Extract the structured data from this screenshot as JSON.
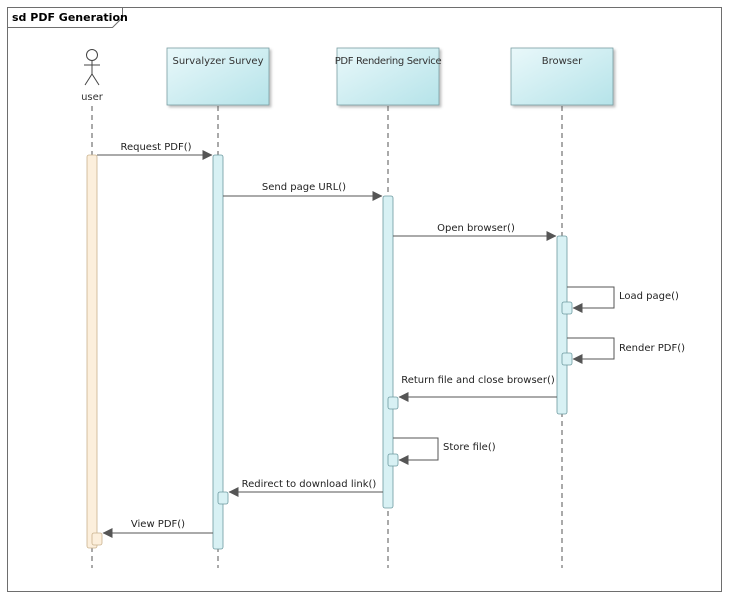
{
  "diagram": {
    "title": "sd PDF Generation",
    "actor": {
      "label": "user"
    },
    "lifelines": [
      {
        "label": "Survalyzer Survey"
      },
      {
        "label": "PDF Rendering Service"
      },
      {
        "label": "Browser"
      }
    ],
    "messages": [
      {
        "label": "Request PDF()"
      },
      {
        "label": "Send page URL()"
      },
      {
        "label": "Open browser()"
      },
      {
        "label": "Load page()"
      },
      {
        "label": "Render PDF()"
      },
      {
        "label": "Return file and close browser()"
      },
      {
        "label": "Store file()"
      },
      {
        "label": "Redirect to download link()"
      },
      {
        "label": "View PDF()"
      }
    ],
    "colors": {
      "frame": "#6e6e6e",
      "lifeline": "#555555",
      "head_fill_top": "#e6f7f9",
      "head_fill_bottom": "#b7e4ea",
      "activation_fill": "#d8f1f4",
      "actor_activation_fill": "#fcefdc",
      "arrow": "#555555"
    }
  }
}
